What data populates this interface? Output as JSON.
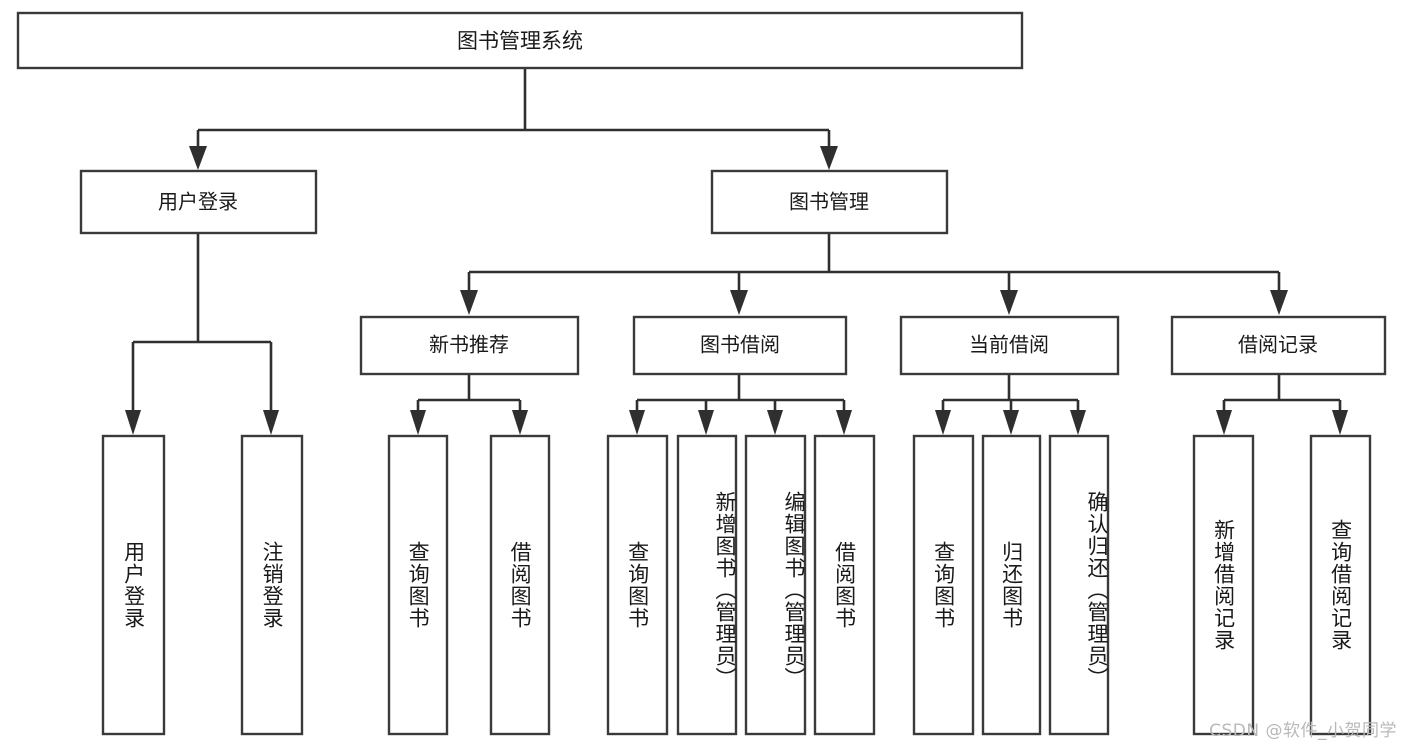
{
  "diagram": {
    "type": "tree",
    "title": "图书管理系统",
    "watermark": "CSDN @软件_小贺同学",
    "colors": {
      "box_stroke": "#3a3a3a",
      "connector": "#2f2f2f",
      "background": "#ffffff",
      "text": "#1a1a1a",
      "watermark": "#b9b9b9"
    },
    "nodes": {
      "root": {
        "label": "图书管理系统"
      },
      "level2": [
        {
          "id": "user-login",
          "label": "用户登录"
        },
        {
          "id": "book-manage",
          "label": "图书管理"
        }
      ],
      "level3": [
        {
          "id": "new-book-rec",
          "label": "新书推荐"
        },
        {
          "id": "book-borrow",
          "label": "图书借阅"
        },
        {
          "id": "current-borrow",
          "label": "当前借阅"
        },
        {
          "id": "borrow-record",
          "label": "借阅记录"
        }
      ],
      "leaves": {
        "user-login": [
          {
            "id": "leaf-user-login",
            "label": "用户登录"
          },
          {
            "id": "leaf-logout",
            "label": "注销登录"
          }
        ],
        "new-book-rec": [
          {
            "id": "leaf-query-book-1",
            "label": "查询图书"
          },
          {
            "id": "leaf-borrow-book-1",
            "label": "借阅图书"
          }
        ],
        "book-borrow": [
          {
            "id": "leaf-query-book-2",
            "label": "查询图书"
          },
          {
            "id": "leaf-add-book",
            "label": "新增图书（管理员）"
          },
          {
            "id": "leaf-edit-book",
            "label": "编辑图书（管理员）"
          },
          {
            "id": "leaf-borrow-book-2",
            "label": "借阅图书"
          }
        ],
        "current-borrow": [
          {
            "id": "leaf-query-book-3",
            "label": "查询图书"
          },
          {
            "id": "leaf-return-book",
            "label": "归还图书"
          },
          {
            "id": "leaf-confirm-return",
            "label": "确认归还（管理员）"
          }
        ],
        "borrow-record": [
          {
            "id": "leaf-add-record",
            "label": "新增借阅记录"
          },
          {
            "id": "leaf-query-record",
            "label": "查询借阅记录"
          }
        ]
      }
    }
  }
}
